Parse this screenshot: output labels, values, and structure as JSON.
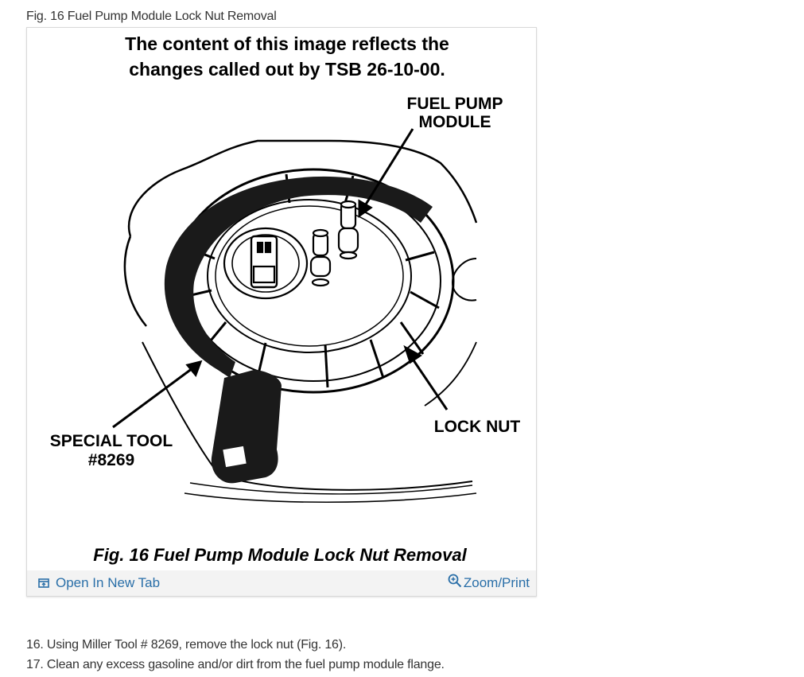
{
  "figure": {
    "caption": "Fig. 16 Fuel Pump Module Lock Nut Removal",
    "image": {
      "notice_line1": "The content of this image reflects the",
      "notice_line2": "changes called out by TSB 26-10-00.",
      "label_module_line1": "FUEL PUMP",
      "label_module_line2": "MODULE",
      "label_lock_nut": "LOCK NUT",
      "label_tool_line1": "SPECIAL TOOL",
      "label_tool_line2": "#8269",
      "image_caption": "Fig. 16 Fuel Pump Module Lock Nut Removal"
    },
    "toolbar": {
      "open_label": "Open In New Tab",
      "zoom_label": "Zoom/Print",
      "link_color": "#2a6fa8"
    }
  },
  "steps": [
    "16. Using Miller Tool # 8269, remove the lock nut (Fig. 16).",
    "17. Clean any excess gasoline and/or dirt from the fuel pump module flange."
  ]
}
